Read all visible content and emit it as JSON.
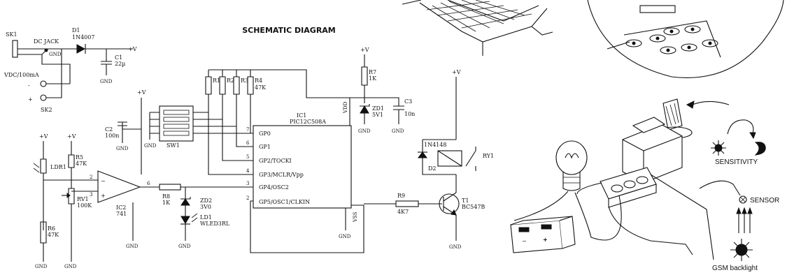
{
  "title": "SCHEMATIC DIAGRAM",
  "power": {
    "sk1": "SK1",
    "dc_jack": "DC JACK",
    "d1_ref": "D1",
    "d1_val": "1N4007",
    "c1_ref": "C1",
    "c1_val": "22µ",
    "rail_v": "+V",
    "gnd": "GND",
    "supply": "VDC/100mA",
    "plus": "+",
    "minus": "-",
    "sk2": "SK2"
  },
  "sensor_part": {
    "vplus": "+V",
    "ldr1": "LDR1",
    "r5_ref": "R5",
    "r5_val": "47K",
    "rv1_ref": "RV1",
    "rv1_val": "100K",
    "r6_ref": "R6",
    "r6_val": "47K",
    "gnd": "GND"
  },
  "opamp": {
    "ic2_ref": "IC2",
    "ic2_val": "741",
    "c2_ref": "C2",
    "c2_val": "100n",
    "gnd": "GND",
    "pin2": "2",
    "pin3": "3",
    "pin6": "6",
    "vplus": "+V",
    "r8_ref": "R8",
    "r8_val": "1K",
    "zd2_ref": "ZD2",
    "zd2_val": "3V0",
    "ld1_ref": "LD1",
    "ld1_val": "WLED3RL"
  },
  "mcu": {
    "sw1": "SW1",
    "gnd": "GND",
    "r1": "R1",
    "r2": "R2",
    "r3": "R3",
    "r4_ref": "R4",
    "r4_val": "47K",
    "ic1_ref": "IC1",
    "ic1_val": "PIC12C508A",
    "pins": [
      "GP0",
      "GP1",
      "GP2/TOCKI",
      "GP3/MCLR/Vpp",
      "GP4/OSC2",
      "GP5/OSC1/CLKIN"
    ],
    "pin_nums": [
      "7",
      "6",
      "5",
      "4",
      "3",
      "2"
    ],
    "vdd": "VDD",
    "vss": "VSS",
    "r7_ref": "R7",
    "r7_val": "1K",
    "zd1_ref": "ZD1",
    "zd1_val": "5V1",
    "c3_ref": "C3",
    "c3_val": "10n",
    "vplus": "+V"
  },
  "output": {
    "vplus": "+V",
    "d2_type": "1N4148",
    "d2_ref": "D2",
    "ry1": "RY1",
    "r9_ref": "R9",
    "r9_val": "4K7",
    "t1_ref": "T1",
    "t1_val": "BC547B",
    "gnd": "GND"
  },
  "illustration": {
    "sensitivity": "SENSITIVITY",
    "sensor": "SENSOR",
    "backlight": "GSM backlight",
    "batt_minus": "−",
    "batt_plus": "+"
  }
}
